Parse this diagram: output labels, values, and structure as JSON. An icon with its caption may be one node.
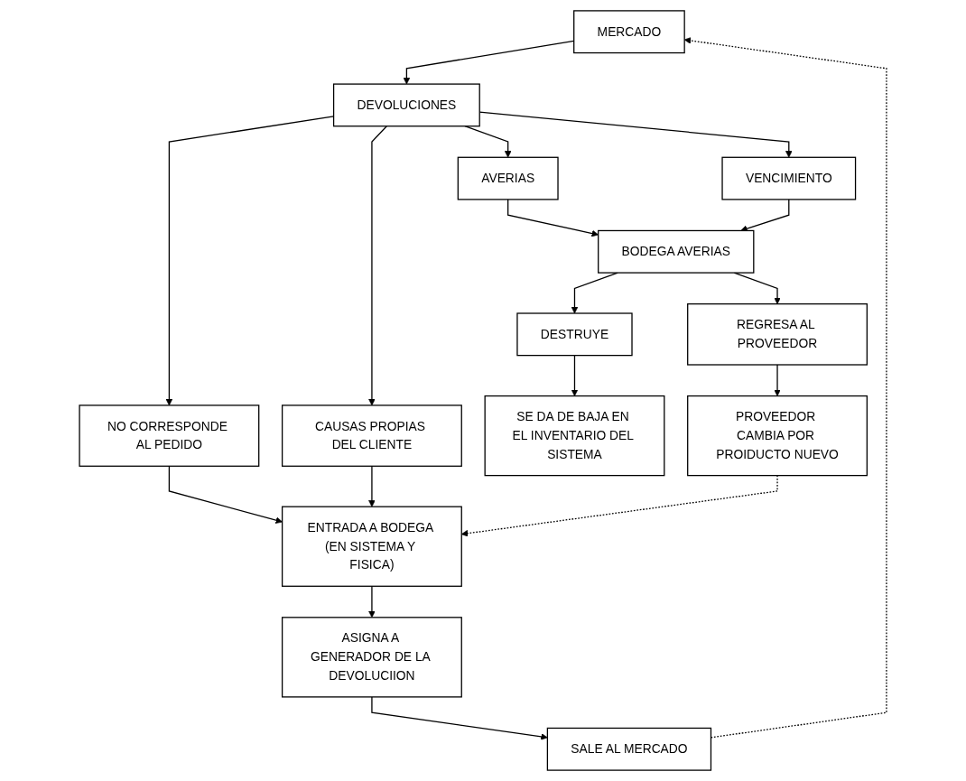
{
  "diagram": {
    "nodes": [
      {
        "text": [
          "MERCADO"
        ]
      },
      {
        "text": [
          "DEVOLUCIONES"
        ]
      },
      {
        "text": [
          "AVERIAS"
        ]
      },
      {
        "text": [
          "VENCIMIENTO"
        ]
      },
      {
        "text": [
          "NO CORRESPONDE AL PEDIDO"
        ]
      },
      {
        "text": [
          "CAUSAS PROPIAS DEL CLIENTE"
        ]
      },
      {
        "text": [
          "BODEGA AVERIAS"
        ]
      },
      {
        "text": [
          "DESTRUYE"
        ]
      },
      {
        "text": [
          "REGRESA AL PROVEEDOR"
        ]
      },
      {
        "text": [
          "SE DA DE BAJA EN EL INVENTARIO DEL SISTEMA"
        ]
      },
      {
        "text": [
          "PROVEEDOR CAMBIA POR PROIDUCTO NUEVO"
        ]
      },
      {
        "text": [
          "ENTRADA A BODEGA (EN SISTEMA Y FISICA)"
        ]
      },
      {
        "text": [
          "ASIGNA A GENERADOR DE LA DEVOLUCIION"
        ]
      },
      {
        "text": [
          "SALE AL MERCADO"
        ]
      }
    ],
    "edges": [
      {
        "from": 0,
        "to": 1,
        "arrow": "to"
      },
      {
        "from": 1,
        "to": 2,
        "arrow": "to"
      },
      {
        "from": 1,
        "to": 3,
        "arrow": "to"
      },
      {
        "from": 1,
        "to": 4,
        "arrow": "to"
      },
      {
        "from": 1,
        "to": 5,
        "arrow": "to"
      },
      {
        "from": 2,
        "to": 6,
        "arrow": "to"
      },
      {
        "from": 3,
        "to": 6,
        "arrow": "to"
      },
      {
        "from": 4,
        "to": 11,
        "arrow": "to"
      },
      {
        "from": 5,
        "to": 11,
        "arrow": "to"
      },
      {
        "from": 6,
        "to": 7,
        "arrow": "to"
      },
      {
        "from": 6,
        "to": 8,
        "arrow": "to"
      },
      {
        "from": 7,
        "to": 9,
        "arrow": "to"
      },
      {
        "from": 8,
        "to": 10,
        "arrow": "to"
      },
      {
        "from": 10,
        "to": 11,
        "arrow": "to",
        "style": "dashed"
      },
      {
        "from": 11,
        "to": 12,
        "arrow": "to"
      },
      {
        "from": 12,
        "to": 13,
        "arrow": "to"
      },
      {
        "from": 13,
        "to": 0,
        "arrow": "to",
        "style": "dashed"
      }
    ]
  }
}
